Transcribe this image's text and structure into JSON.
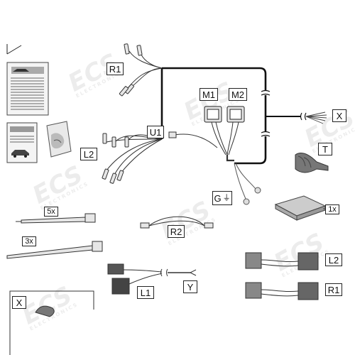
{
  "labels": {
    "r1_top": "R1",
    "m1": "M1",
    "m2": "M2",
    "u1": "U1",
    "x_right": "X",
    "t": "T",
    "l2_left": "L2",
    "g": "G",
    "qty_5x": "5x",
    "qty_3x": "3x",
    "qty_1x": "1x",
    "r2": "R2",
    "l1": "L1",
    "y": "Y",
    "l2_right": "L2",
    "r1_right": "R1",
    "x_bottom": "X"
  },
  "watermark": {
    "text": "ECS",
    "subtext": "ELECTRONICS"
  },
  "colors": {
    "line": "#222222",
    "wire_gray": "#777777",
    "connector_fill": "#e6e6e6",
    "watermark": "#d8d8d8"
  }
}
